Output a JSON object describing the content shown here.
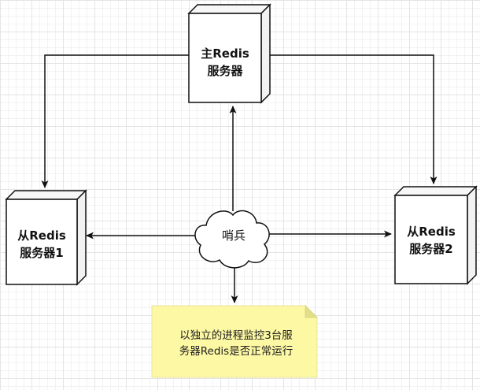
{
  "master": {
    "line1": "主Redis",
    "line2": "服务器"
  },
  "slave1": {
    "line1": "从Redis",
    "line2": "服务器1"
  },
  "slave2": {
    "line1": "从Redis",
    "line2": "服务器2"
  },
  "sentinel": {
    "label": "哨兵"
  },
  "note": {
    "line1": "以独立的进程监控3台服",
    "line2": "务器Redis是否正常运行"
  },
  "colors": {
    "server_front": "#ffffff",
    "server_side": "#f2f2f2",
    "server_stroke": "#111111",
    "note_fill": "#fdf8a3",
    "note_fold": "#e3df88",
    "connector": "#111111"
  }
}
